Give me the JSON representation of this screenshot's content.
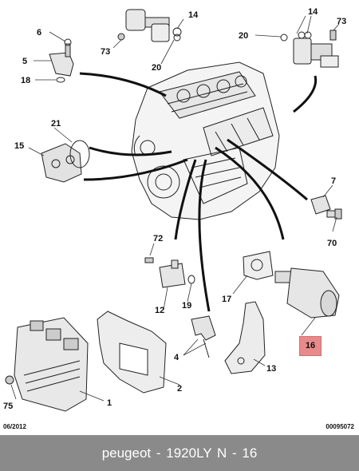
{
  "callouts": {
    "c1": "1",
    "c2": "2",
    "c4": "4",
    "c5": "5",
    "c6": "6",
    "c7": "7",
    "c12": "12",
    "c13": "13",
    "c14a": "14",
    "c14b": "14",
    "c15": "15",
    "c17": "17",
    "c18": "18",
    "c19": "19",
    "c20a": "20",
    "c20b": "20",
    "c21": "21",
    "c70": "70",
    "c72": "72",
    "c73a": "73",
    "c73b": "73",
    "c75": "75"
  },
  "highlighted": {
    "label": "16",
    "color": "#e88a8a"
  },
  "footer": {
    "date": "06/2012",
    "code": "00095072"
  },
  "caption": {
    "text": "peugeot - 1920LY    N - 16",
    "background": "#8a8a8a"
  }
}
